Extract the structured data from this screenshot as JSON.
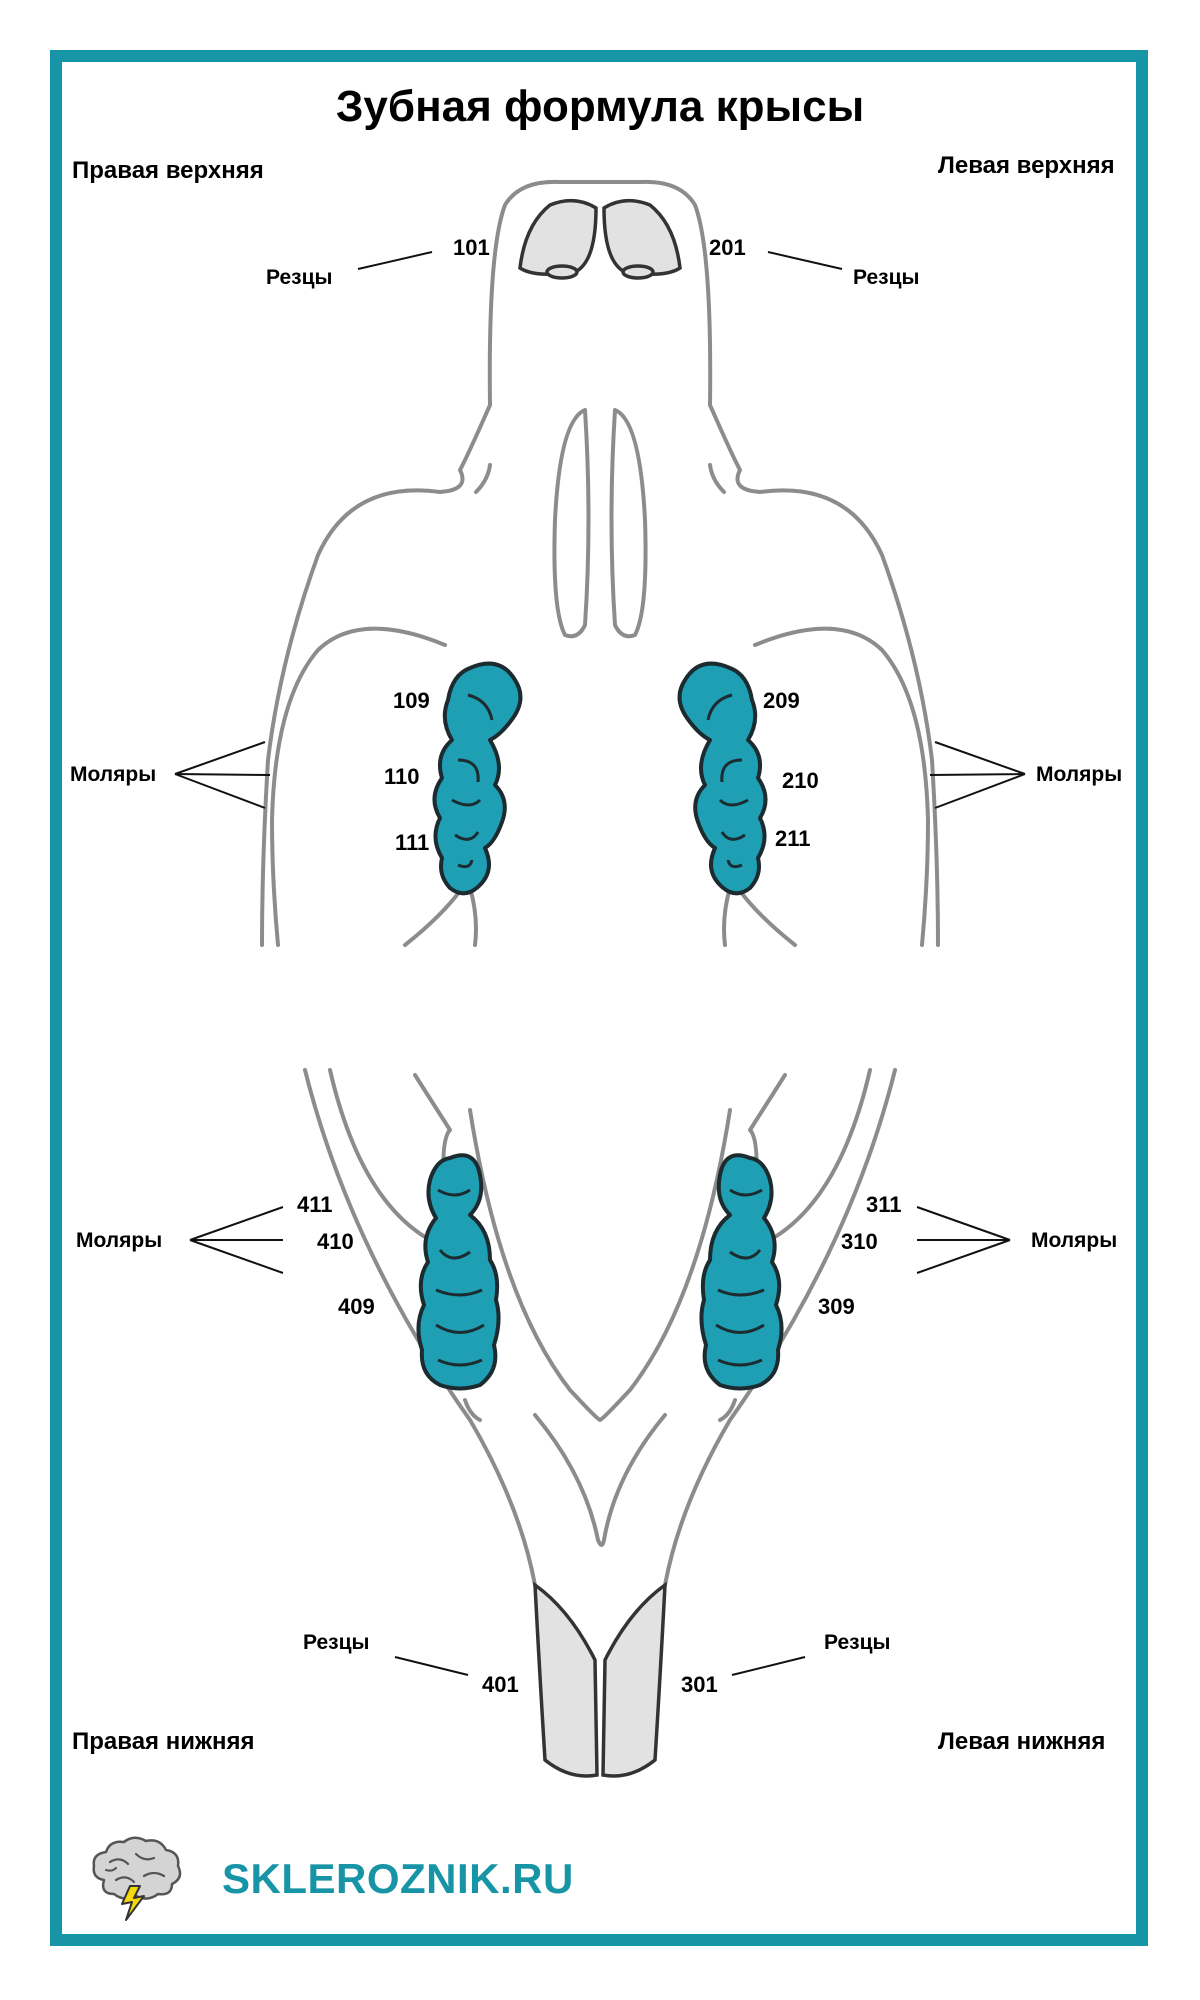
{
  "title": "Зубная формула крысы",
  "quadrants": {
    "upper_right": "Правая верхняя",
    "upper_left": "Левая верхняя",
    "lower_right": "Правая нижняя",
    "lower_left": "Левая нижняя"
  },
  "labels": {
    "incisors": "Резцы",
    "molars": "Моляры"
  },
  "teeth": {
    "t101": "101",
    "t201": "201",
    "t109": "109",
    "t110": "110",
    "t111": "111",
    "t209": "209",
    "t210": "210",
    "t211": "211",
    "t411": "411",
    "t410": "410",
    "t409": "409",
    "t311": "311",
    "t310": "310",
    "t309": "309",
    "t401": "401",
    "t301": "301"
  },
  "brand": "SKLEROZNIK.RU",
  "colors": {
    "frame": "#1795a6",
    "molar_fill": "#1f9fb4",
    "incisor_fill": "#e2e2e2",
    "outline": "#8c8c8c"
  },
  "icons": [
    "brain-lightning-logo-icon"
  ]
}
